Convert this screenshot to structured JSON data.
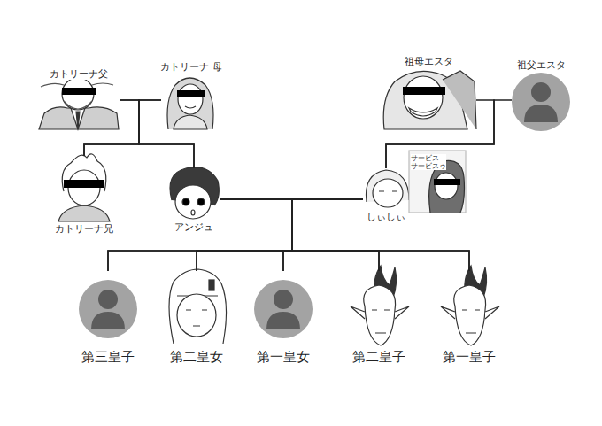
{
  "diagram": {
    "nodes": [
      {
        "text": [
          "カトリーナ父"
        ]
      },
      {
        "text": [
          "カトリーナ 母"
        ]
      },
      {
        "text": [
          "祖母エスタ"
        ]
      },
      {
        "text": [
          "祖父エスタ"
        ]
      },
      {
        "text": [
          "カトリーナ兄"
        ]
      },
      {
        "text": [
          "アンジュ"
        ]
      },
      {
        "text": [
          "しぃしぃ"
        ]
      },
      {
        "text": [
          "第三皇子"
        ]
      },
      {
        "text": [
          "第二皇女"
        ]
      },
      {
        "text": [
          "第一皇女"
        ]
      },
      {
        "text": [
          "第二皇子"
        ]
      },
      {
        "text": [
          "第一皇子"
        ]
      }
    ],
    "edges": [
      {
        "from": 0,
        "to": 4,
        "arrow": "none"
      },
      {
        "from": 0,
        "to": 5,
        "arrow": "none"
      },
      {
        "from": 1,
        "to": 4,
        "arrow": "none"
      },
      {
        "from": 1,
        "to": 5,
        "arrow": "none"
      },
      {
        "from": 2,
        "to": 6,
        "arrow": "none"
      },
      {
        "from": 3,
        "to": 6,
        "arrow": "none"
      },
      {
        "from": 5,
        "to": 7,
        "arrow": "none"
      },
      {
        "from": 5,
        "to": 8,
        "arrow": "none"
      },
      {
        "from": 5,
        "to": 9,
        "arrow": "none"
      },
      {
        "from": 5,
        "to": 10,
        "arrow": "none"
      },
      {
        "from": 5,
        "to": 11,
        "arrow": "none"
      },
      {
        "from": 6,
        "to": 7,
        "arrow": "none"
      },
      {
        "from": 6,
        "to": 8,
        "arrow": "none"
      },
      {
        "from": 6,
        "to": 9,
        "arrow": "none"
      },
      {
        "from": 6,
        "to": 10,
        "arrow": "none"
      },
      {
        "from": 6,
        "to": 11,
        "arrow": "none"
      }
    ],
    "labels": [
      "サービス サービスゥ"
    ]
  }
}
